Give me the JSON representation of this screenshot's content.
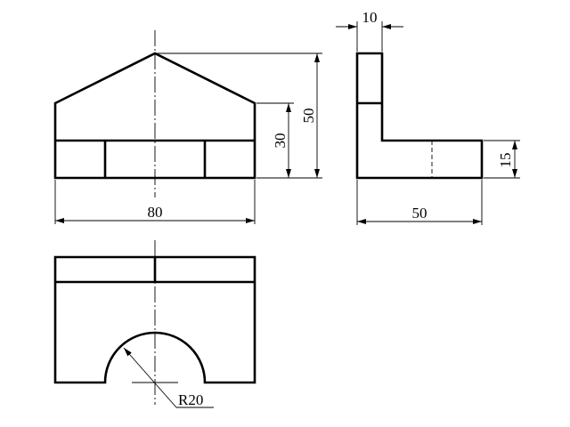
{
  "drawing": {
    "front_view": {
      "width_dim": "80",
      "height_dim": "50",
      "body_height_dim": "30"
    },
    "side_view": {
      "thickness_dim": "10",
      "depth_dim": "50",
      "base_height_dim": "15"
    },
    "top_view": {
      "radius_dim": "R20"
    }
  }
}
